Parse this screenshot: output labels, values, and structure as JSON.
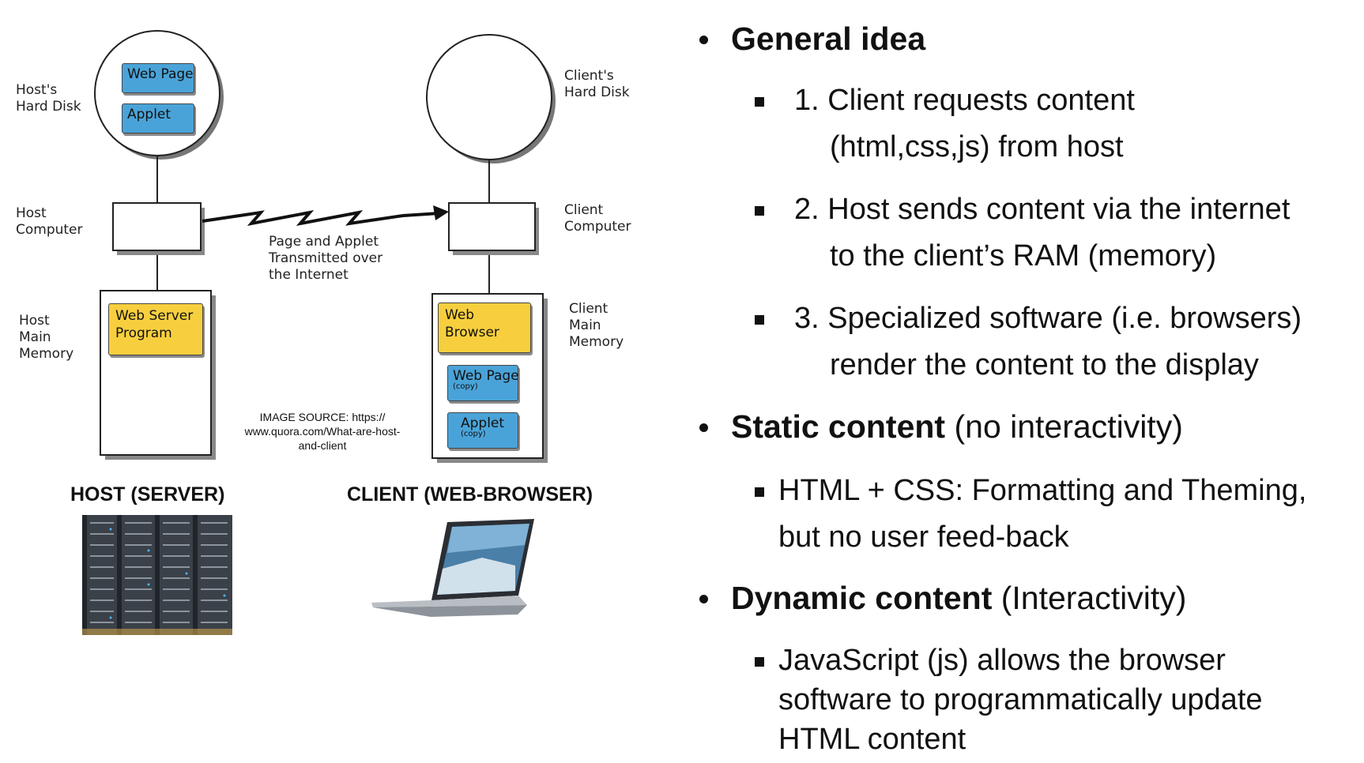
{
  "diagram": {
    "host_disk_label": "Host's\nHard Disk",
    "host_disk_items": [
      "Web Page",
      "Applet"
    ],
    "client_disk_label": "Client's\nHard Disk",
    "host_computer_label": "Host\nComputer",
    "client_computer_label": "Client\nComputer",
    "transmission_label": "Page and Applet\nTransmitted over\nthe Internet",
    "host_memory_label": "Host\nMain\nMemory",
    "client_memory_label": "Client\nMain\nMemory",
    "web_server_program": "Web Server\nProgram",
    "web_browser": "Web\nBrowser",
    "client_web_page": "Web Page",
    "client_applet": "Applet",
    "copy_tag": "(copy)",
    "image_source": "IMAGE SOURCE: https://\nwww.quora.com/What-are-host-\nand-client",
    "host_caption": "HOST (SERVER)",
    "client_caption": "CLIENT (WEB-BROWSER)"
  },
  "slide": {
    "general_idea": "General idea",
    "steps": [
      {
        "line1": "1. Client requests content",
        "line2": "(html,css,js) from host"
      },
      {
        "line1": "2. Host sends content via the internet",
        "line2": "to the client’s RAM (memory)"
      },
      {
        "line1": "3. Specialized software (i.e. browsers)",
        "line2": "render the content to the display"
      }
    ],
    "static_bold": "Static content",
    "static_rest": " (no interactivity)",
    "static_sub": [
      "HTML + CSS: Formatting and Theming,",
      "but no user feed-back"
    ],
    "dynamic_bold": "Dynamic content",
    "dynamic_rest": " (Interactivity)",
    "dynamic_sub": [
      "JavaScript (js) allows the browser",
      "software to programmatically update",
      "HTML content"
    ]
  }
}
